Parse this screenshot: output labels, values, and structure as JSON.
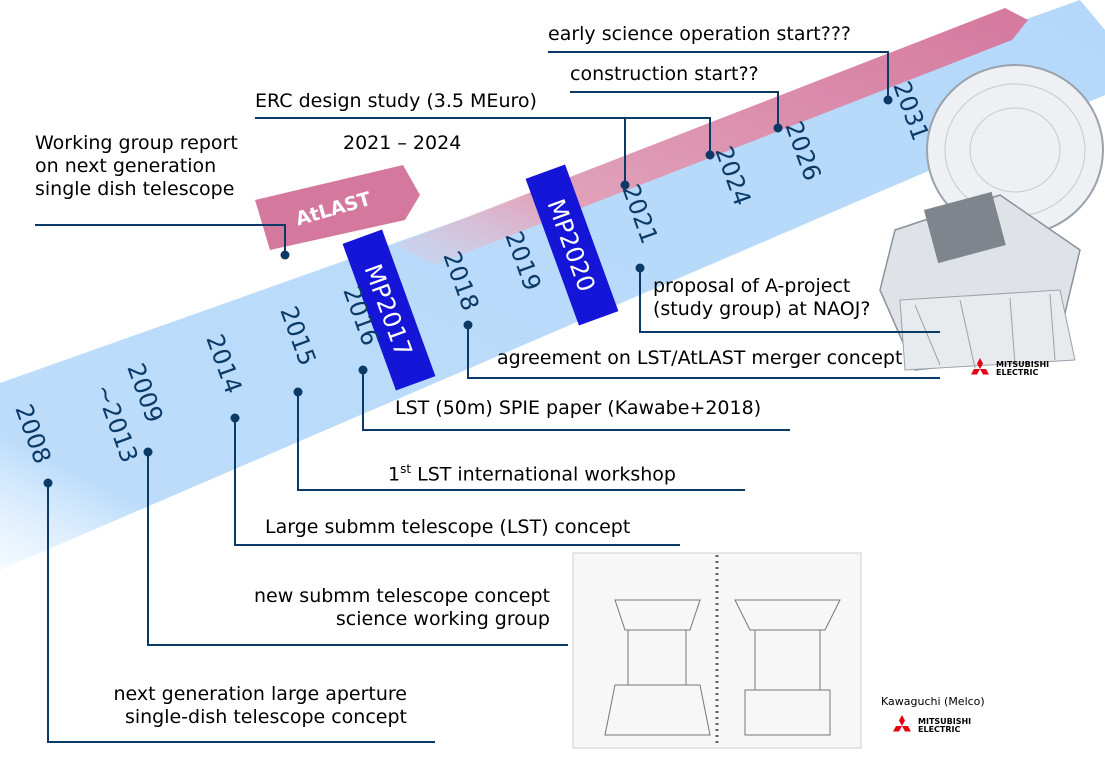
{
  "project_label": "AtLAST",
  "master_plans": [
    "MP2017",
    "MP2020"
  ],
  "years": [
    "2008",
    "2009",
    "~2013",
    "2014",
    "2015",
    "2016",
    "2016",
    "2018",
    "2019",
    "2021",
    "2024",
    "2026",
    "2031"
  ],
  "events": {
    "e2008": [
      "next generation large aperture",
      "single-dish telescope concept"
    ],
    "e2009": [
      "new submm telescope concept",
      "science working group"
    ],
    "e2014": "Large submm telescope (LST) concept",
    "e2015": {
      "pre": "1",
      "sup": "st",
      "post": " LST international workshop"
    },
    "e2016": "LST (50m) SPIE paper (Kawabe+2018)",
    "e2018": "agreement on LST/AtLAST merger concept",
    "e2021": [
      "proposal of A-project",
      "(study group) at NAOJ?"
    ],
    "erc": "ERC design study (3.5 MEuro)",
    "erc_period": "2021 – 2024",
    "construction": "construction start??",
    "science": "early science operation start???",
    "wg_report": [
      "Working group report",
      "on next generation",
      "single dish telescope"
    ]
  },
  "credits": {
    "sketch_author": "Kawaguchi (Melco)",
    "company_line1": "MITSUBISHI",
    "company_line2": "ELECTRIC"
  },
  "colors": {
    "blue_band": "#bcdcfa",
    "pink_band": "#d5789d",
    "year_text": "#0b3a66",
    "line": "#0b3a66",
    "mp_box": "#1515d8",
    "melco_red": "#e60012"
  }
}
